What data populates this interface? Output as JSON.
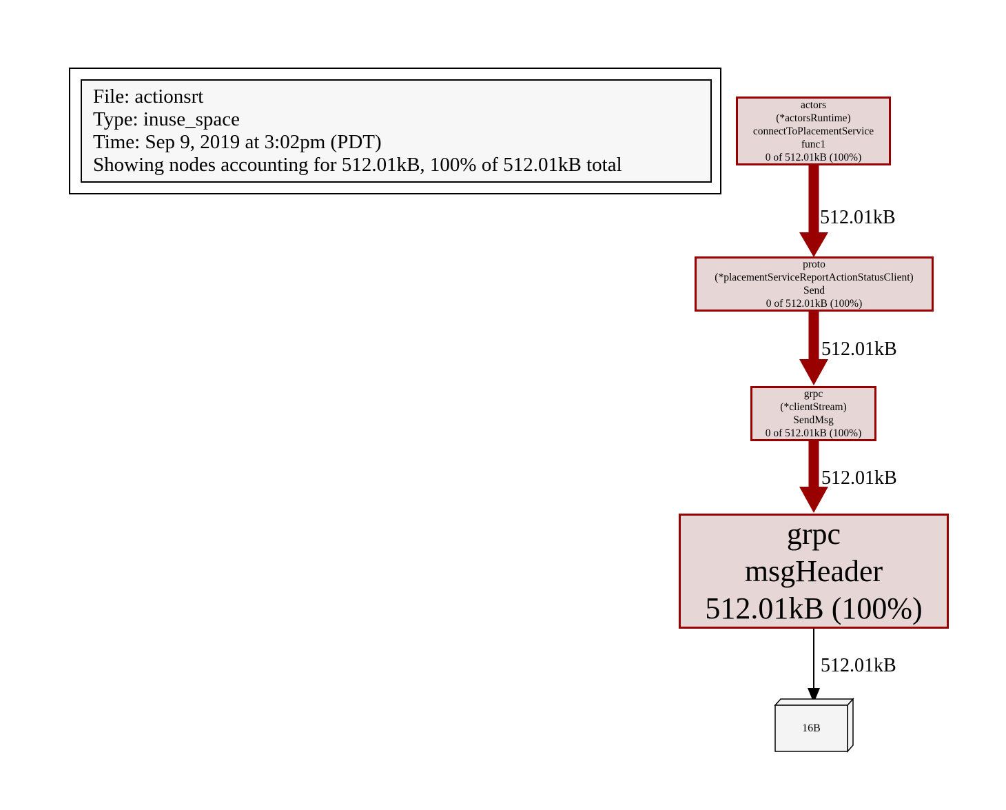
{
  "legend": {
    "lines": [
      "File: actionsrt",
      "Type: inuse_space",
      "Time: Sep 9, 2019 at 3:02pm (PDT)",
      "Showing nodes accounting for 512.01kB, 100% of 512.01kB total"
    ]
  },
  "nodes": [
    {
      "id": "actors-connectToPlacementService-func1",
      "lines": [
        "actors",
        "(*actorsRuntime)",
        "connectToPlacementService",
        "func1",
        "0 of 512.01kB (100%)"
      ]
    },
    {
      "id": "proto-send",
      "lines": [
        "proto",
        "(*placementServiceReportActionStatusClient)",
        "Send",
        "0 of 512.01kB (100%)"
      ]
    },
    {
      "id": "grpc-sendmsg",
      "lines": [
        "grpc",
        "(*clientStream)",
        "SendMsg",
        "0 of 512.01kB (100%)"
      ]
    },
    {
      "id": "grpc-msgheader",
      "lines": [
        "grpc",
        "msgHeader",
        "512.01kB (100%)"
      ]
    },
    {
      "id": "mem-16b",
      "lines": [
        "16B"
      ]
    }
  ],
  "edges": [
    {
      "from": "actors-connectToPlacementService-func1",
      "to": "proto-send",
      "label": "512.01kB",
      "weight": "hot"
    },
    {
      "from": "proto-send",
      "to": "grpc-sendmsg",
      "label": "512.01kB",
      "weight": "hot"
    },
    {
      "from": "grpc-sendmsg",
      "to": "grpc-msgheader",
      "label": "512.01kB",
      "weight": "hot"
    },
    {
      "from": "grpc-msgheader",
      "to": "mem-16b",
      "label": "512.01kB",
      "weight": "thin"
    }
  ],
  "colors": {
    "edge_hot": "#990000",
    "edge_thin": "#000000",
    "node_border": "#990000",
    "node_fill": "#e7d6d6",
    "legend_fill": "#f7f7f7",
    "box3d_fill": "#f4f4f4",
    "box3d_border": "#000000"
  }
}
